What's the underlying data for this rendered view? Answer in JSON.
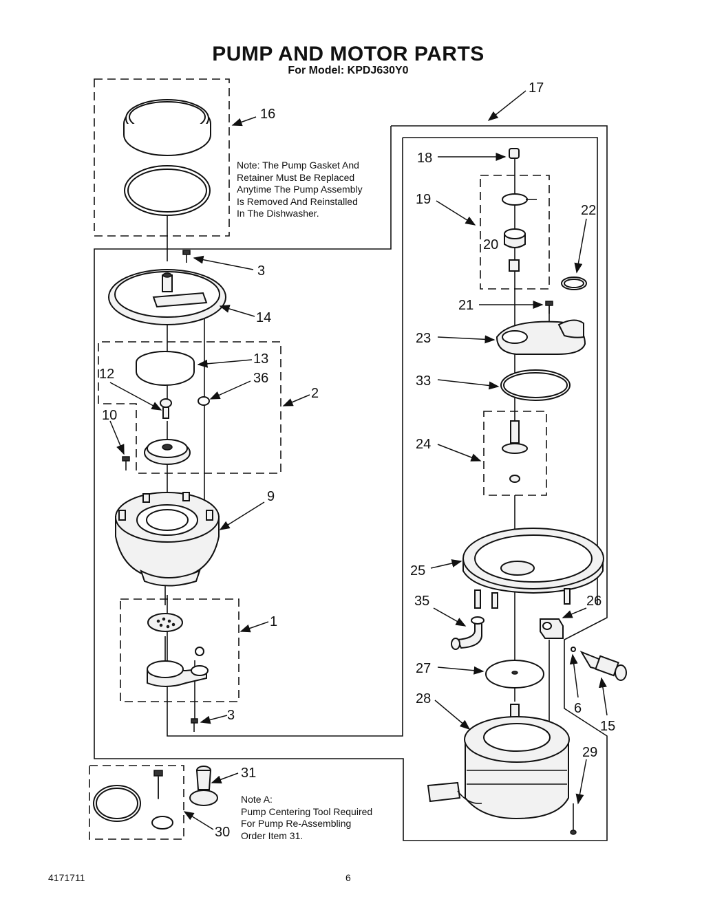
{
  "header": {
    "title": "PUMP AND MOTOR PARTS",
    "subtitle": "For Model: KPDJ630Y0"
  },
  "notes": {
    "gasket_note": [
      "Note: The Pump Gasket   And",
      "Retainer Must Be Replaced",
      "Anytime The Pump Assembly",
      "Is  Removed And Reinstalled",
      "In The Dishwasher."
    ],
    "note_a": [
      "Note A:",
      "Pump Centering Tool Required",
      "For Pump Re-Assembling",
      "Order Item 31."
    ]
  },
  "callouts": {
    "c16": "16",
    "c17": "17",
    "c18": "18",
    "c19": "19",
    "c20": "20",
    "c22": "22",
    "c3a": "3",
    "c14": "14",
    "c21": "21",
    "c23": "23",
    "c13": "13",
    "c12": "12",
    "c36": "36",
    "c2": "2",
    "c33": "33",
    "c10": "10",
    "c24": "24",
    "c9": "9",
    "c25": "25",
    "c35": "35",
    "c26": "26",
    "c1": "1",
    "c27": "27",
    "c6": "6",
    "c15": "15",
    "c28": "28",
    "c3b": "3",
    "c29": "29",
    "c31": "31",
    "c30": "30"
  },
  "footer": {
    "doc_number": "4171711",
    "page_number": "6"
  }
}
